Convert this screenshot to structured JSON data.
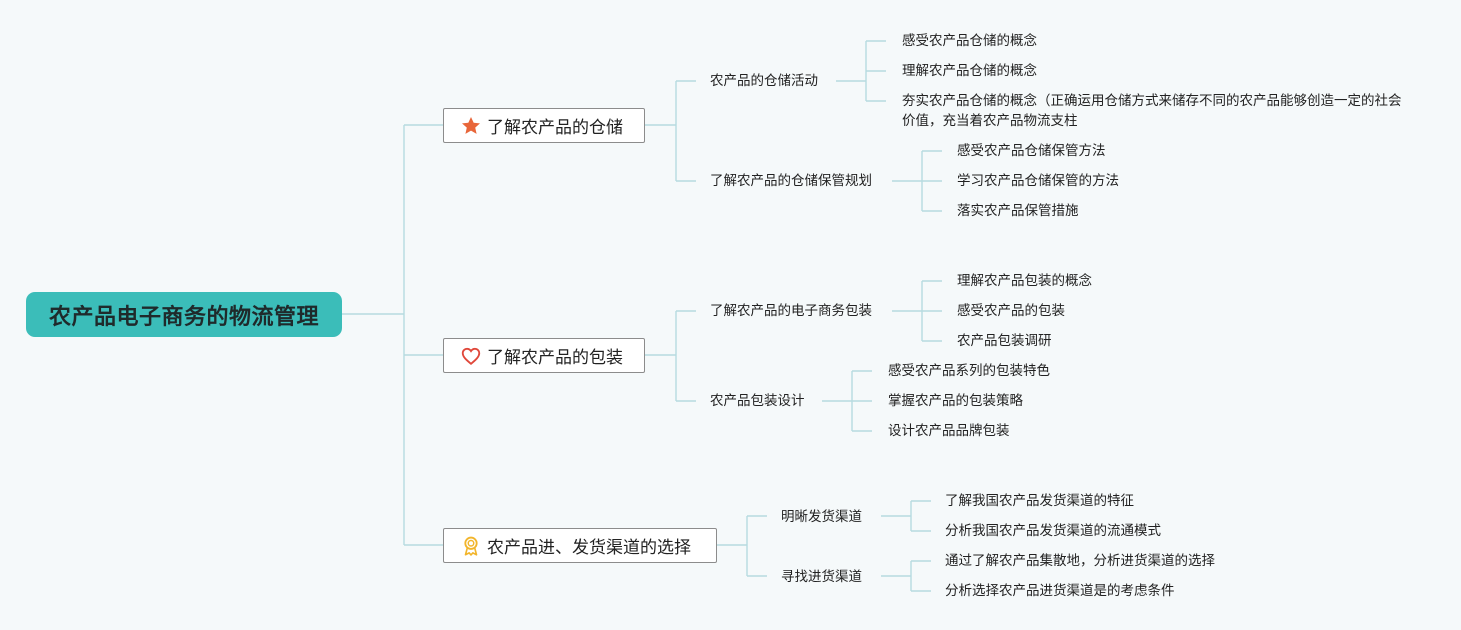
{
  "root": {
    "label": "农产品电子商务的物流管理"
  },
  "branches": [
    {
      "label": "了解农产品的仓储",
      "icon": "star-icon",
      "children": [
        {
          "label": "农产品的仓储活动",
          "children": [
            "感受农产品仓储的概念",
            "理解农产品仓储的概念",
            "夯实农产品仓储的概念（正确运用仓储方式来储存不同的农产品能够创造一定的社会价值，充当着农产品物流支柱"
          ]
        },
        {
          "label": "了解农产品的仓储保管规划",
          "children": [
            "感受农产品仓储保管方法",
            "学习农产品仓储保管的方法",
            "落实农产品保管措施"
          ]
        }
      ]
    },
    {
      "label": "了解农产品的包装",
      "icon": "heart-icon",
      "children": [
        {
          "label": "了解农产品的电子商务包装",
          "children": [
            "理解农产品包装的概念",
            "感受农产品的包装",
            "农产品包装调研"
          ]
        },
        {
          "label": "农产品包装设计",
          "children": [
            "感受农产品系列的包装特色",
            "掌握农产品的包装策略",
            "设计农产品品牌包装"
          ]
        }
      ]
    },
    {
      "label": "农产品进、发货渠道的选择",
      "icon": "award-ribbon-icon",
      "children": [
        {
          "label": "明晰发货渠道",
          "children": [
            "了解我国农产品发货渠道的特征",
            "分析我国农产品发货渠道的流通模式"
          ]
        },
        {
          "label": "寻找进货渠道",
          "children": [
            "通过了解农产品集散地，分析进货渠道的选择",
            "分析选择农产品进货渠道是的考虑条件"
          ]
        }
      ]
    }
  ],
  "colors": {
    "root_fill": "#3bbdb9",
    "connector": "#b6dbe0",
    "background": "#f5f9fa",
    "star": "#e8663a",
    "heart": "#e0473a",
    "ribbon": "#f2b52b"
  }
}
